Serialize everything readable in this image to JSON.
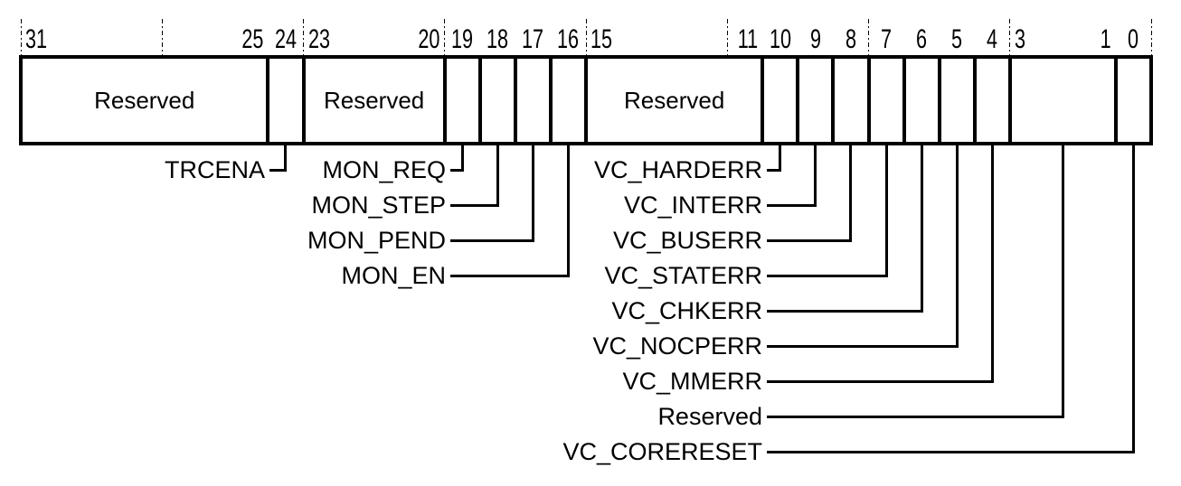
{
  "diagram": {
    "kind": "register-bit-field-diagram",
    "bit_width": 32,
    "tick_every_bits": 4,
    "colors": {
      "line": "#000000",
      "text": "#000000",
      "background": "#ffffff"
    },
    "fields": [
      {
        "hi": 31,
        "lo": 25,
        "cell_label": "Reserved",
        "callout": null
      },
      {
        "hi": 24,
        "lo": 24,
        "cell_label": "",
        "callout": {
          "label": "TRCENA",
          "row": 1,
          "column": "a"
        }
      },
      {
        "hi": 23,
        "lo": 20,
        "cell_label": "Reserved",
        "callout": null
      },
      {
        "hi": 19,
        "lo": 19,
        "cell_label": "",
        "callout": {
          "label": "MON_REQ",
          "row": 1,
          "column": "b"
        }
      },
      {
        "hi": 18,
        "lo": 18,
        "cell_label": "",
        "callout": {
          "label": "MON_STEP",
          "row": 2,
          "column": "b"
        }
      },
      {
        "hi": 17,
        "lo": 17,
        "cell_label": "",
        "callout": {
          "label": "MON_PEND",
          "row": 3,
          "column": "b"
        }
      },
      {
        "hi": 16,
        "lo": 16,
        "cell_label": "",
        "callout": {
          "label": "MON_EN",
          "row": 4,
          "column": "b"
        }
      },
      {
        "hi": 15,
        "lo": 11,
        "cell_label": "Reserved",
        "callout": null
      },
      {
        "hi": 10,
        "lo": 10,
        "cell_label": "",
        "callout": {
          "label": "VC_HARDERR",
          "row": 1,
          "column": "c"
        }
      },
      {
        "hi": 9,
        "lo": 9,
        "cell_label": "",
        "callout": {
          "label": "VC_INTERR",
          "row": 2,
          "column": "c"
        }
      },
      {
        "hi": 8,
        "lo": 8,
        "cell_label": "",
        "callout": {
          "label": "VC_BUSERR",
          "row": 3,
          "column": "c"
        }
      },
      {
        "hi": 7,
        "lo": 7,
        "cell_label": "",
        "callout": {
          "label": "VC_STATERR",
          "row": 4,
          "column": "c"
        }
      },
      {
        "hi": 6,
        "lo": 6,
        "cell_label": "",
        "callout": {
          "label": "VC_CHKERR",
          "row": 5,
          "column": "c"
        }
      },
      {
        "hi": 5,
        "lo": 5,
        "cell_label": "",
        "callout": {
          "label": "VC_NOCPERR",
          "row": 6,
          "column": "c"
        }
      },
      {
        "hi": 4,
        "lo": 4,
        "cell_label": "",
        "callout": {
          "label": "VC_MMERR",
          "row": 7,
          "column": "c"
        }
      },
      {
        "hi": 3,
        "lo": 1,
        "cell_label": "",
        "callout": {
          "label": "Reserved",
          "row": 8,
          "column": "c"
        }
      },
      {
        "hi": 0,
        "lo": 0,
        "cell_label": "",
        "callout": {
          "label": "VC_CORERESET",
          "row": 9,
          "column": "c"
        }
      }
    ]
  }
}
